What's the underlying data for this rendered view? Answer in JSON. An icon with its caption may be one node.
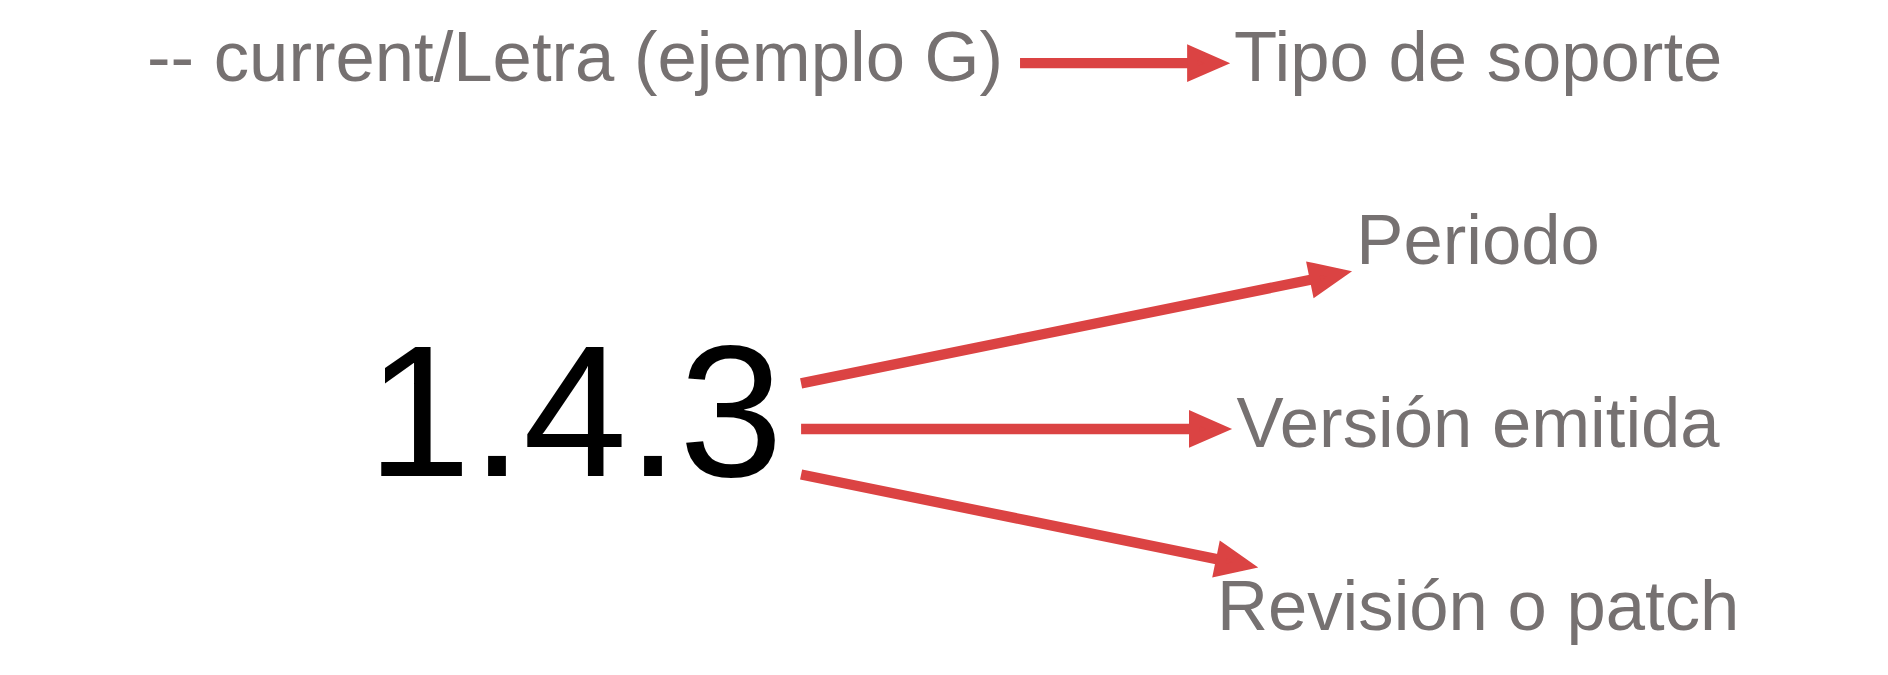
{
  "diagram": {
    "nodes": [
      {
        "text": [
          "1.4.3"
        ]
      },
      {
        "text": [
          "Periodo"
        ]
      },
      {
        "text": [
          "Versión emitida"
        ]
      },
      {
        "text": [
          "Revisión o patch"
        ]
      },
      {
        "text": [
          "-- current/Letra (ejemplo G)"
        ]
      },
      {
        "text": [
          "Tipo de soporte"
        ]
      }
    ],
    "edges": [
      {
        "from": 0,
        "to": 1,
        "arrow": "to"
      },
      {
        "from": 0,
        "to": 2,
        "arrow": "to"
      },
      {
        "from": 0,
        "to": 3,
        "arrow": "to"
      },
      {
        "from": 4,
        "to": 5,
        "arrow": "to"
      }
    ]
  }
}
